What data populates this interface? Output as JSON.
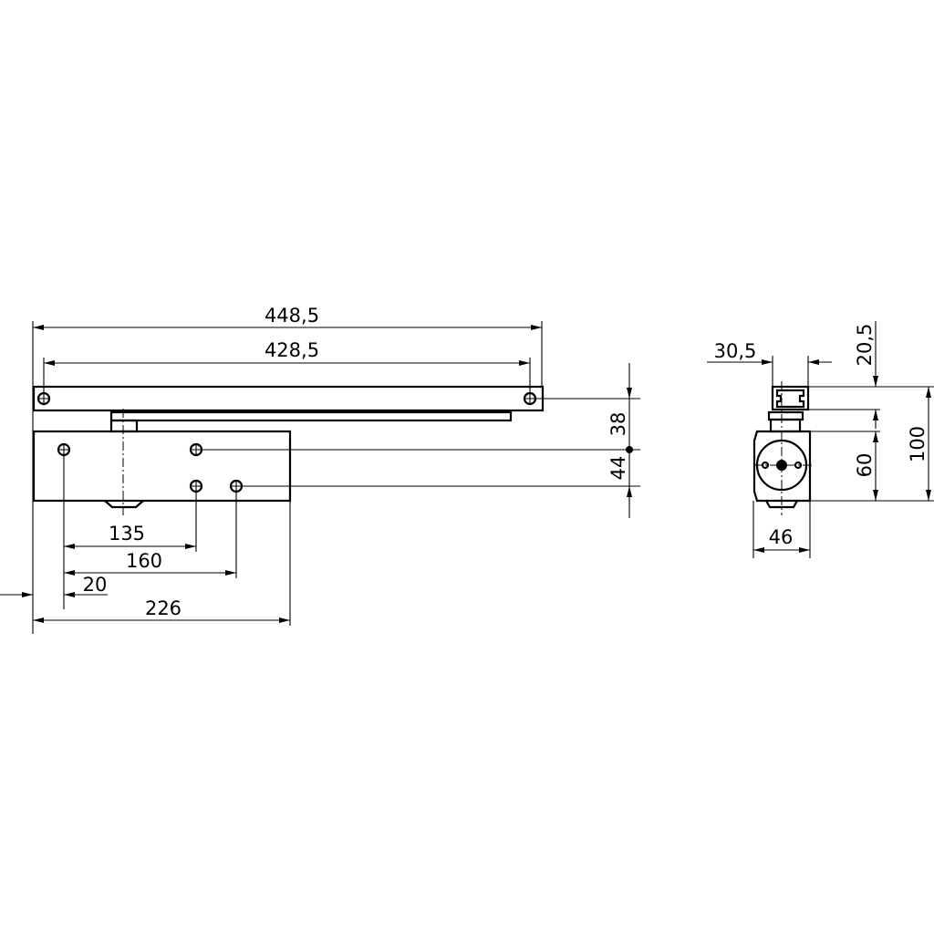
{
  "front_view": {
    "dimensions": {
      "overall_rail_length": "448,5",
      "rail_hole_spacing": "428,5",
      "hole_spacing_1": "135",
      "hole_spacing_2": "160",
      "body_edge_to_hole": "20",
      "body_length": "226",
      "rail_to_reference": "38",
      "reference_to_lower_holes": "44"
    }
  },
  "side_view": {
    "dimensions": {
      "rail_width": "30,5",
      "rail_height": "20,5",
      "body_height": "60",
      "overall_height": "100",
      "body_width": "46"
    }
  },
  "colors": {
    "line": "#000000",
    "background": "#ffffff"
  }
}
